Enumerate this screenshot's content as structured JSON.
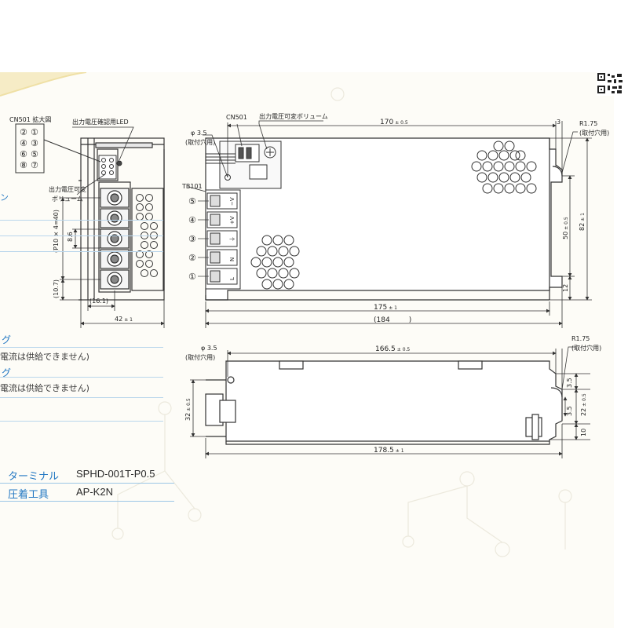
{
  "left_view": {
    "callout_connector": "CN501 拡大図",
    "callout_led": "出力電圧確認用LED",
    "callout_volume": "出力電圧可変\nボリューム",
    "pins": [
      "②",
      "①",
      "④",
      "③",
      "⑥",
      "⑤",
      "⑧",
      "⑦"
    ],
    "dim_pitch": "(P10 × 4=40)",
    "dim_8_6": "8.6",
    "dim_10_7": "(10.7)",
    "dim_16_1": "(16.1)",
    "dim_42": "42",
    "dim_42_tol": "± 1"
  },
  "front_view": {
    "label_cn501": "CN501",
    "label_volume": "出力電圧可変ボリューム",
    "label_tb101": "TB101",
    "hole_dia": "φ 3.5",
    "hole_note": "(取付穴用)",
    "dim_170": "170",
    "dim_170_tol": "± 0.5",
    "dim_3": "3",
    "radius": "R1.75",
    "radius_note": "(取付穴用)",
    "dim_50": "50",
    "dim_50_tol": "± 0.5",
    "dim_82": "82",
    "dim_82_tol": "± 1",
    "dim_12": "12",
    "dim_175": "175",
    "dim_175_tol": "± 1",
    "dim_184": "(184",
    "dim_184_close": ")",
    "terminal_numbers": [
      "⑤",
      "④",
      "③",
      "②",
      "①"
    ],
    "terminal_marks": [
      "−V",
      "+V",
      "⏚",
      "N",
      "L"
    ]
  },
  "bottom_view": {
    "hole_dia": "φ 3.5",
    "hole_note": "(取付穴用)",
    "dim_166_5": "166.5",
    "dim_166_5_tol": "± 0.5",
    "radius": "R1.75",
    "radius_note": "(取付穴用)",
    "dim_32": "32",
    "dim_32_tol": "± 0.5",
    "dim_3_5_a": "3.5",
    "dim_22": "22",
    "dim_22_tol": "± 0.5",
    "dim_3_5_b": "3.5",
    "dim_10": "10",
    "dim_178_5": "178.5",
    "dim_178_5_tol": "± 1"
  },
  "side_list": {
    "cut_1": "ン",
    "cut_2": "グ",
    "row_1": "電流は供給できません)",
    "cut_3": "グ",
    "row_2": "電流は供給できません)"
  },
  "spec": {
    "rows": [
      {
        "key": "ターミナル",
        "value": "SPHD-001T-P0.5"
      },
      {
        "key": "圧着工具",
        "value": "AP-K2N"
      }
    ]
  },
  "colors": {
    "line": "#333333",
    "accent": "#2378c3",
    "rule": "#9bc6e6"
  }
}
